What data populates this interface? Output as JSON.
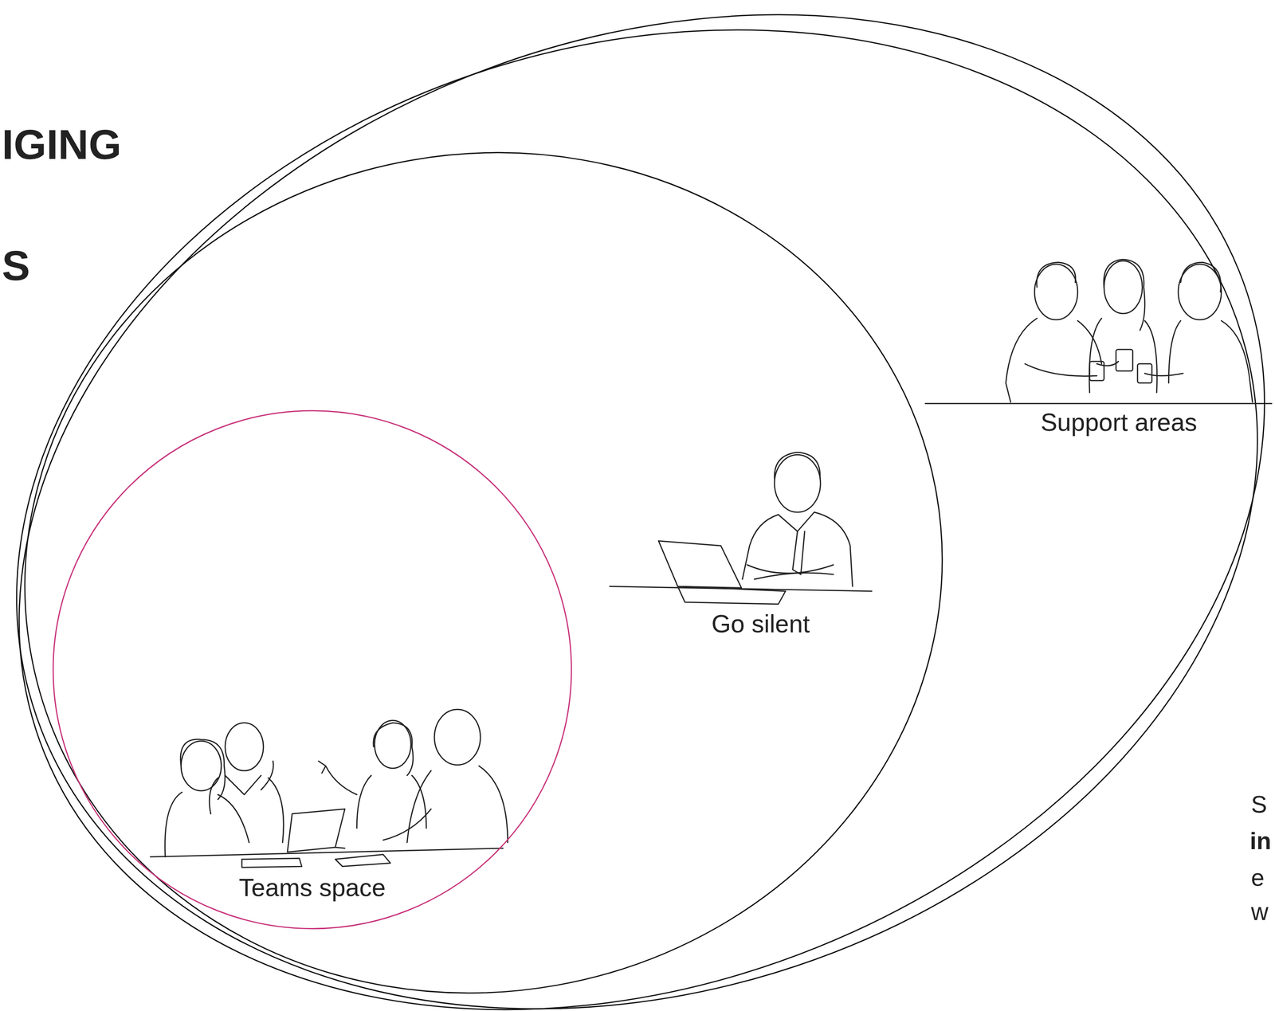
{
  "diagram": {
    "nodes": [
      {
        "text": [
          "Support areas"
        ]
      },
      {
        "text": [
          "Go silent"
        ],
        "in": 0
      },
      {
        "text": [
          "Teams space"
        ],
        "in": 1
      }
    ],
    "labels": [
      "IGING",
      "S",
      "S",
      "in",
      "e",
      "w"
    ]
  }
}
